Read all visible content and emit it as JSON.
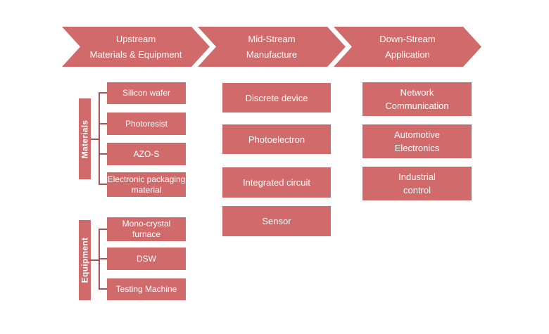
{
  "colors": {
    "fill": "#D16B6B",
    "line": "#A85452",
    "text": "#FFFFFF"
  },
  "arrows": [
    {
      "line1": "Upstream",
      "line2": "Materials & Equipment"
    },
    {
      "line1": "Mid-Stream",
      "line2": "Manufacture"
    },
    {
      "line1": "Down-Stream",
      "line2": "Application"
    }
  ],
  "upstream": {
    "groups": [
      {
        "label": "Materials",
        "boxes": [
          {
            "lines": [
              "Silicon wafer"
            ]
          },
          {
            "lines": [
              "Photoresist"
            ]
          },
          {
            "lines": [
              "AZO-S"
            ]
          },
          {
            "lines": [
              "Electronic packaging",
              "material"
            ]
          }
        ]
      },
      {
        "label": "Equipment",
        "boxes": [
          {
            "lines": [
              "Mono-crystal",
              "furnace"
            ]
          },
          {
            "lines": [
              "DSW"
            ]
          },
          {
            "lines": [
              "Testing Machine"
            ]
          }
        ]
      }
    ]
  },
  "midstream": {
    "boxes": [
      {
        "lines": [
          "Discrete device"
        ]
      },
      {
        "lines": [
          "Photoelectron"
        ]
      },
      {
        "lines": [
          "Integrated circuit"
        ]
      },
      {
        "lines": [
          "Sensor"
        ]
      }
    ]
  },
  "downstream": {
    "boxes": [
      {
        "lines": [
          "Network",
          "Communication"
        ]
      },
      {
        "lines": [
          "Automotive",
          "Electronics"
        ]
      },
      {
        "lines": [
          "Industrial",
          "control"
        ]
      }
    ]
  }
}
